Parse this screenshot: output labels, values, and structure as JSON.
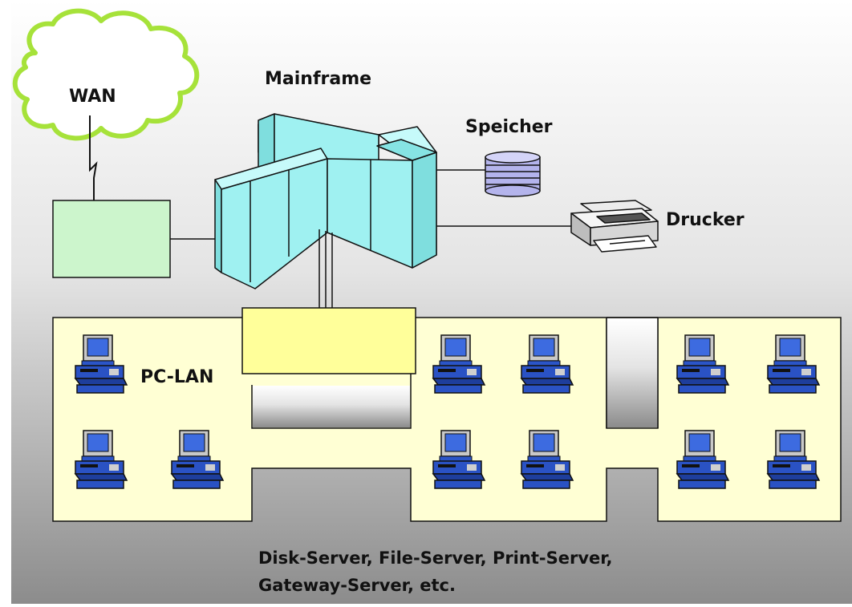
{
  "labels": {
    "wan": "WAN",
    "mainframe": "Mainframe",
    "storage": "Speicher",
    "printer": "Drucker",
    "lan": "PC-LAN"
  },
  "caption": {
    "line1": "Disk-Server, File-Server, Print-Server,",
    "line2": "Gateway-Server, etc."
  },
  "colors": {
    "background_top": "#ffffff",
    "background_bottom": "#8e8e8e",
    "cloud_outline": "#a6e23a",
    "gateway_box": "#ccf5cc",
    "mainframe": "#9ff1f1",
    "lan_area": "#ffffd4",
    "server_box": "#ffff9a",
    "pc_screen": "#3d6be0"
  },
  "icons": [
    "cloud-icon",
    "lightning-icon",
    "mainframe-icon",
    "disk-stack-icon",
    "printer-icon",
    "pc-icon"
  ]
}
